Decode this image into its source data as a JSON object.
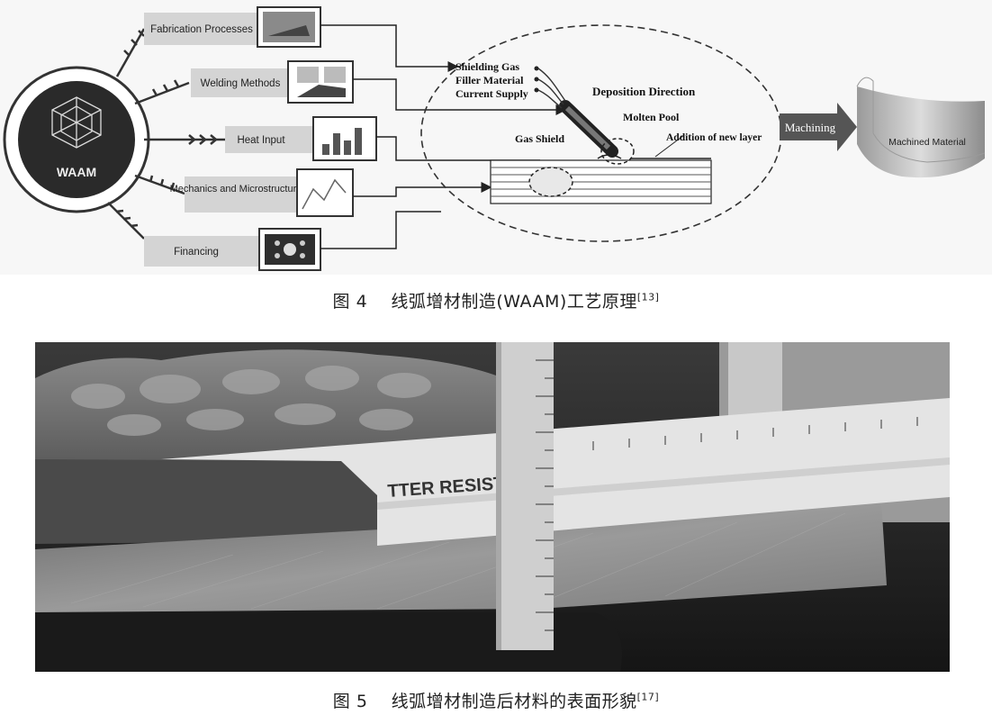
{
  "figure4": {
    "center_label": "WAAM",
    "branches": [
      "Fabrication Processes",
      "Welding Methods",
      "Heat Input",
      "Mechanics and Microstructure",
      "Financing"
    ],
    "inputs": [
      "Shielding Gas",
      "Filler Material",
      "Current Supply"
    ],
    "labels": {
      "deposition_direction": "Deposition Direction",
      "molten_pool": "Molten Pool",
      "gas_shield": "Gas Shield",
      "new_layer": "Addition of new layer",
      "machining": "Machining",
      "machined_material": "Machined Material"
    },
    "caption": {
      "number": "图 4",
      "text": "线弧增材制造(WAAM)工艺原理",
      "ref": "[13]"
    }
  },
  "figure5": {
    "ruler_text": "TTER RESISTA",
    "caption": {
      "number": "图 5",
      "text": "线弧增材制造后材料的表面形貌",
      "ref": "[17]"
    }
  }
}
